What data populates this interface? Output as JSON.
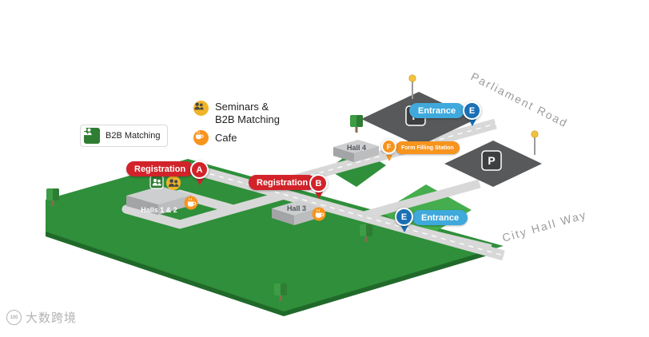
{
  "colors": {
    "road": "#d8d8d8",
    "green-main": "#2f8f3a",
    "green-dark": "#20692a",
    "green-bright": "#45ad4d",
    "green-icon": "#2e7d32",
    "lot": "#58595b",
    "sign": "#3e3f41",
    "red": "#d2232a",
    "blue-light": "#3fa9dc",
    "blue-dark": "#1a6fb5",
    "orange": "#f7941e",
    "yellow": "#f0b429",
    "gray-label": "#9b9b9b"
  },
  "legend": {
    "seminars": {
      "line1": "Seminars &",
      "line2": "B2B Matching"
    },
    "cafe": {
      "label": "Cafe"
    },
    "b2b": {
      "label": "B2B Matching"
    }
  },
  "markers": {
    "registration_a": {
      "label": "Registration",
      "letter": "A"
    },
    "registration_b": {
      "label": "Registration",
      "letter": "B"
    },
    "form_filling_station": {
      "label": "Form Filling Station",
      "letter": "F"
    },
    "entrance_parliament": {
      "label": "Entrance",
      "letter": "E"
    },
    "entrance_city_hall": {
      "label": "Entrance",
      "letter": "E"
    }
  },
  "halls": {
    "hall_4": {
      "label": "Hall 4"
    },
    "hall_3": {
      "label": "Hall 3"
    },
    "halls_1_2": {
      "label": "Halls 1 & 2"
    }
  },
  "parking": {
    "sign": "P"
  },
  "roads": {
    "parliament": {
      "label": "Parliament Road"
    },
    "city_hall": {
      "label": "City Hall Way"
    }
  },
  "watermark": {
    "logo": "100",
    "text": "大数跨境"
  }
}
